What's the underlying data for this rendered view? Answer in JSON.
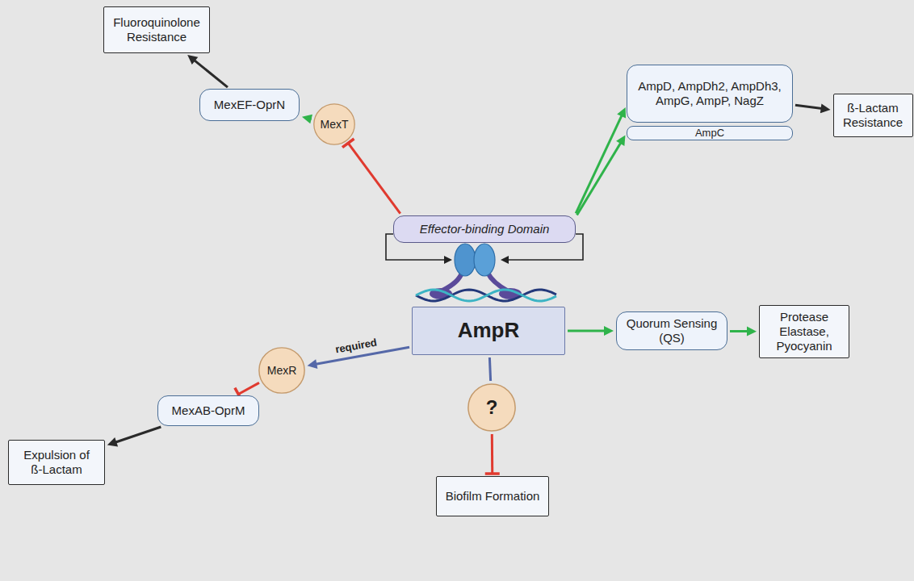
{
  "diagram": {
    "nodes": [
      {
        "text": [
          "Fluoroquinolone Resistance"
        ]
      },
      {
        "text": [
          "MexEF-OprN"
        ]
      },
      {
        "text": [
          "MexT"
        ]
      },
      {
        "text": [
          "AmpD, AmpDh2, AmpDh3, AmpG, AmpP, NagZ"
        ]
      },
      {
        "text": [
          "AmpC"
        ]
      },
      {
        "text": [
          "ß-Lactam Resistance"
        ]
      },
      {
        "text": [
          "Effector-binding Domain"
        ]
      },
      {
        "text": [
          "AmpR"
        ]
      },
      {
        "text": [
          "MexR"
        ]
      },
      {
        "text": [
          "MexAB-OprM"
        ]
      },
      {
        "text": [
          "Expulsion of ß-Lactam"
        ]
      },
      {
        "text": [
          "?"
        ]
      },
      {
        "text": [
          "Biofilm Formation"
        ]
      },
      {
        "text": [
          "Quorum Sensing (QS)"
        ]
      },
      {
        "text": [
          "Protease Elastase, Pyocyanin"
        ]
      }
    ],
    "edges": [
      {
        "from": 1,
        "to": 0,
        "arrow": "to"
      },
      {
        "from": 2,
        "to": 1,
        "arrow": "to"
      },
      {
        "from": 6,
        "to": 2,
        "arrow": "to"
      },
      {
        "from": 6,
        "to": 3,
        "arrow": "to"
      },
      {
        "from": 6,
        "to": 4,
        "arrow": "to"
      },
      {
        "from": 3,
        "to": 5,
        "arrow": "to"
      },
      {
        "from": 7,
        "to": 8,
        "label": "required",
        "arrow": "to"
      },
      {
        "from": 8,
        "to": 9,
        "arrow": "to"
      },
      {
        "from": 9,
        "to": 10,
        "arrow": "to"
      },
      {
        "from": 7,
        "to": 11,
        "arrow": "none"
      },
      {
        "from": 11,
        "to": 12,
        "arrow": "to"
      },
      {
        "from": 7,
        "to": 13,
        "arrow": "to"
      },
      {
        "from": 13,
        "to": 14,
        "arrow": "to"
      }
    ]
  }
}
